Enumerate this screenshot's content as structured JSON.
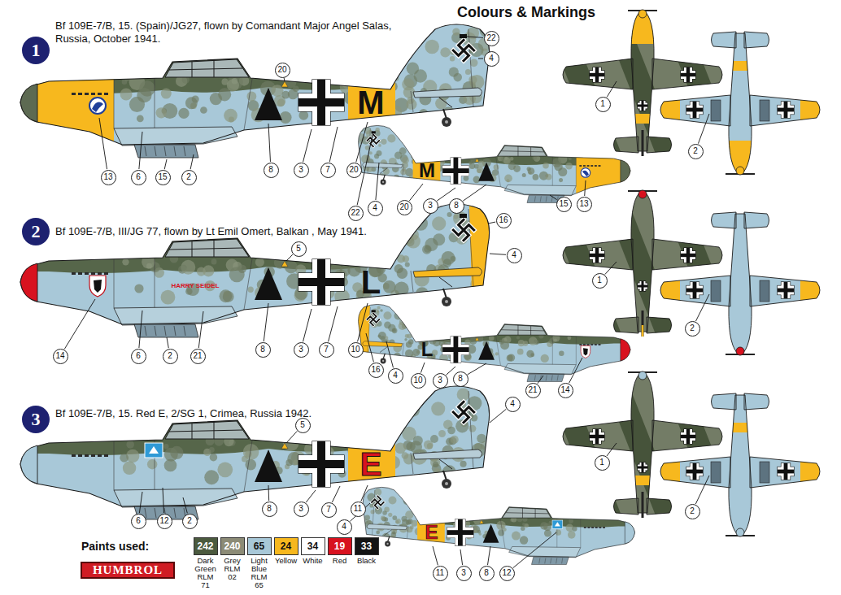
{
  "diagram": {
    "title": "Colours & Markings",
    "nodes": [
      {
        "text": [
          "1"
        ]
      },
      {
        "text": [
          "20"
        ]
      },
      {
        "text": [
          "22"
        ]
      },
      {
        "text": [
          "4"
        ]
      },
      {
        "text": [
          "13"
        ]
      },
      {
        "text": [
          "6"
        ]
      },
      {
        "text": [
          "15"
        ]
      },
      {
        "text": [
          "2"
        ]
      },
      {
        "text": [
          "8"
        ]
      },
      {
        "text": [
          "3"
        ]
      },
      {
        "text": [
          "7"
        ]
      },
      {
        "text": [
          "20"
        ]
      },
      {
        "text": [
          "22"
        ]
      },
      {
        "text": [
          "4"
        ]
      },
      {
        "text": [
          "20"
        ]
      },
      {
        "text": [
          "3"
        ]
      },
      {
        "text": [
          "8"
        ]
      },
      {
        "text": [
          "15"
        ]
      },
      {
        "text": [
          "13"
        ]
      },
      {
        "text": [
          "1"
        ]
      },
      {
        "text": [
          "2"
        ]
      },
      {
        "text": [
          "2"
        ]
      },
      {
        "text": [
          "5"
        ]
      },
      {
        "text": [
          "16"
        ]
      },
      {
        "text": [
          "4"
        ]
      },
      {
        "text": [
          "14"
        ]
      },
      {
        "text": [
          "6"
        ]
      },
      {
        "text": [
          "2"
        ]
      },
      {
        "text": [
          "21"
        ]
      },
      {
        "text": [
          "8"
        ]
      },
      {
        "text": [
          "3"
        ]
      },
      {
        "text": [
          "7"
        ]
      },
      {
        "text": [
          "10"
        ]
      },
      {
        "text": [
          "16"
        ]
      },
      {
        "text": [
          "4"
        ]
      },
      {
        "text": [
          "10"
        ]
      },
      {
        "text": [
          "3"
        ]
      },
      {
        "text": [
          "8"
        ]
      },
      {
        "text": [
          "21"
        ]
      },
      {
        "text": [
          "14"
        ]
      },
      {
        "text": [
          "1"
        ]
      },
      {
        "text": [
          "2"
        ]
      },
      {
        "text": [
          "3"
        ]
      },
      {
        "text": [
          "5"
        ]
      },
      {
        "text": [
          "4"
        ]
      },
      {
        "text": [
          "6"
        ]
      },
      {
        "text": [
          "12"
        ]
      },
      {
        "text": [
          "2"
        ]
      },
      {
        "text": [
          "8"
        ]
      },
      {
        "text": [
          "3"
        ]
      },
      {
        "text": [
          "7"
        ]
      },
      {
        "text": [
          "11"
        ]
      },
      {
        "text": [
          "4"
        ]
      },
      {
        "text": [
          "11"
        ]
      },
      {
        "text": [
          "3"
        ]
      },
      {
        "text": [
          "8"
        ]
      },
      {
        "text": [
          "12"
        ]
      },
      {
        "text": [
          "1"
        ]
      },
      {
        "text": [
          "2"
        ]
      },
      {
        "text": [
          "HUMBROL"
        ]
      }
    ],
    "labels": [
      "Bf 109E-7/B, 15. (Spain)/JG27, flown by Comandant Major Angel Salas, Russia, October 1941.",
      "M",
      "M",
      "Bf 109E-7/B, III/JG 77, flown by Lt Emil Omert, Balkan , May 1941.",
      "HARRY SEIDEL",
      "L",
      "L",
      "Bf 109E-7/B, 15. Red E, 2/SG 1, Crimea, Russia 1942.",
      "E",
      "E",
      "Paints used:",
      "242",
      "240",
      "65",
      "24",
      "34",
      "19",
      "33"
    ],
    "legend": [
      {
        "text": "Dark Green RLM 71",
        "color": "#4b5a3e"
      },
      {
        "text": "Grey RLM 02",
        "color": "#8c8b76"
      },
      {
        "text": "Light Blue RLM 65",
        "color": "#a8c8d8"
      },
      {
        "text": "Yellow",
        "color": "#f7b81e"
      },
      {
        "text": "White",
        "color": "#ffffff"
      },
      {
        "text": "Red",
        "color": "#d8121f"
      },
      {
        "text": "Black",
        "color": "#141414"
      }
    ]
  }
}
